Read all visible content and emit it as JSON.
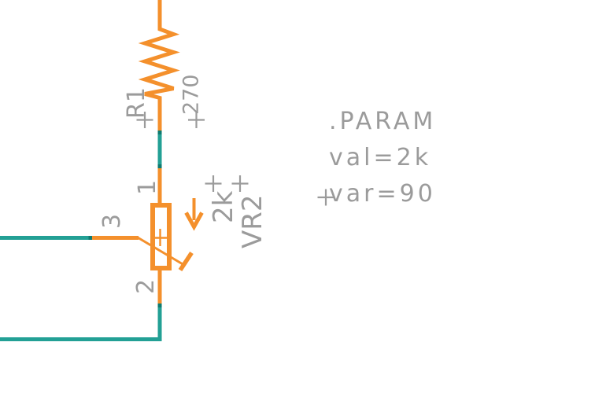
{
  "colors": {
    "component": "#F4902C",
    "wire": "#23A095",
    "node": "#0E7B71",
    "label": "#9B9B9B"
  },
  "resistor": {
    "designator": "R1",
    "value": "270"
  },
  "potentiometer": {
    "designator": "VR2",
    "value": "2k",
    "pin1": "1",
    "pin2": "2",
    "pin3": "3"
  },
  "directive": {
    "line1": ".PARAM",
    "line2": "val=2k",
    "line3": "var=90"
  }
}
